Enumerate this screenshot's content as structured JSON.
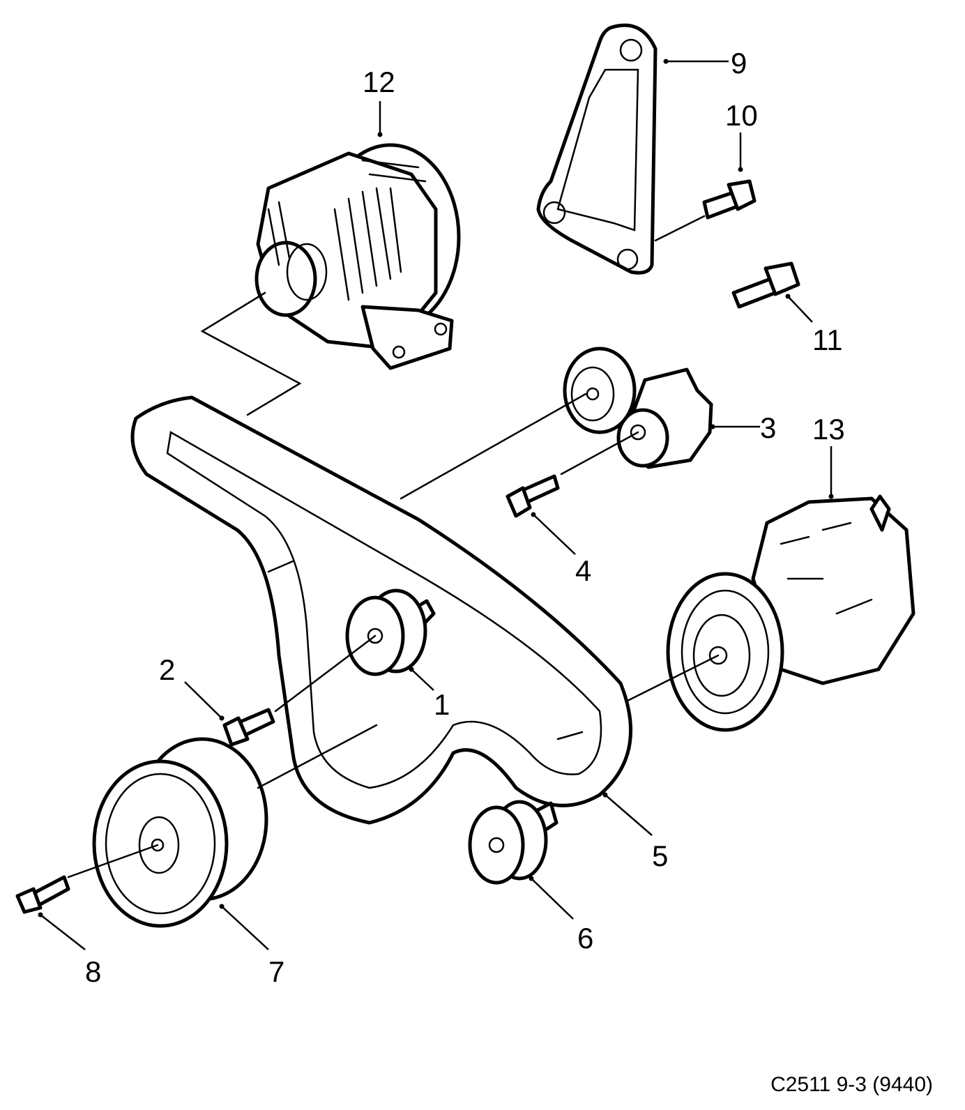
{
  "callouts": [
    {
      "id": "part-1",
      "label": "1"
    },
    {
      "id": "part-2",
      "label": "2"
    },
    {
      "id": "part-3",
      "label": "3"
    },
    {
      "id": "part-4",
      "label": "4"
    },
    {
      "id": "part-5",
      "label": "5"
    },
    {
      "id": "part-6",
      "label": "6"
    },
    {
      "id": "part-7",
      "label": "7"
    },
    {
      "id": "part-8",
      "label": "8"
    },
    {
      "id": "part-9",
      "label": "9"
    },
    {
      "id": "part-10",
      "label": "10"
    },
    {
      "id": "part-11",
      "label": "11"
    },
    {
      "id": "part-12",
      "label": "12"
    },
    {
      "id": "part-13",
      "label": "13"
    }
  ],
  "reference_code": "C2511 9-3 (9440)"
}
